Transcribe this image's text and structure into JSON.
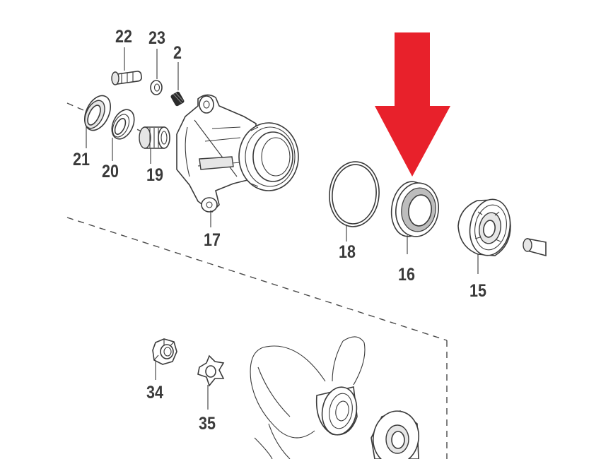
{
  "labels": {
    "p22": "22",
    "p23": "23",
    "p2": "2",
    "p21": "21",
    "p20": "20",
    "p19": "19",
    "p17": "17",
    "p18": "18",
    "p16": "16",
    "p15": "15",
    "p34": "34",
    "p35": "35"
  },
  "colors": {
    "arrow": "#e8212b",
    "linework": "#3a3a3a"
  },
  "highlighted_part": "16"
}
